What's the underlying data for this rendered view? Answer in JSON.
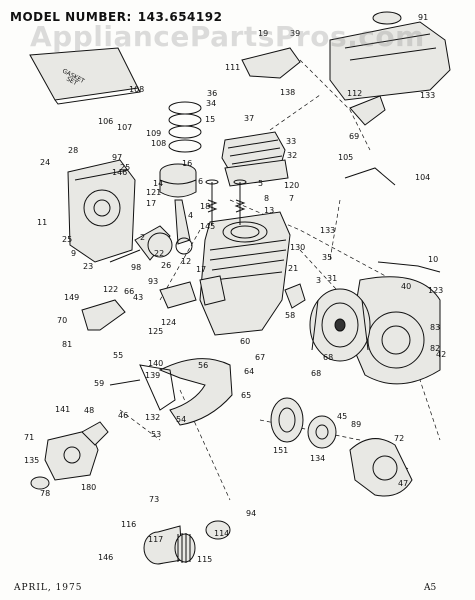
{
  "header": {
    "model_label": "MODEL NUMBER:",
    "model_number": "143.654192"
  },
  "watermark": "AppliancePartsPros.com",
  "gasket_set": [
    "GASKET",
    "SET"
  ],
  "footer": {
    "date": "APRIL, 1975",
    "page_code": "A5"
  },
  "callouts": [
    "91",
    "19",
    "111",
    "39",
    "112",
    "133",
    "36",
    "34",
    "138",
    "108",
    "37",
    "69",
    "106",
    "107",
    "109",
    "15",
    "33",
    "108",
    "32",
    "28",
    "97",
    "25",
    "146",
    "105",
    "104",
    "24",
    "16",
    "5",
    "120",
    "14",
    "6",
    "7",
    "121",
    "17",
    "18",
    "8",
    "13",
    "4",
    "133",
    "11",
    "25",
    "145",
    "130",
    "2",
    "22",
    "9",
    "23",
    "26",
    "12",
    "17",
    "35",
    "93",
    "10",
    "98",
    "21",
    "3",
    "31",
    "149",
    "122",
    "123",
    "66",
    "40",
    "43",
    "70",
    "125",
    "58",
    "83",
    "81",
    "124",
    "60",
    "82",
    "68",
    "42",
    "68",
    "55",
    "140",
    "67",
    "139",
    "56",
    "64",
    "59",
    "65",
    "132",
    "54",
    "53",
    "141",
    "48",
    "46",
    "45",
    "71",
    "89",
    "72",
    "151",
    "134",
    "135",
    "78",
    "180",
    "47",
    "73",
    "94",
    "116",
    "117",
    "114",
    "115",
    "146"
  ]
}
